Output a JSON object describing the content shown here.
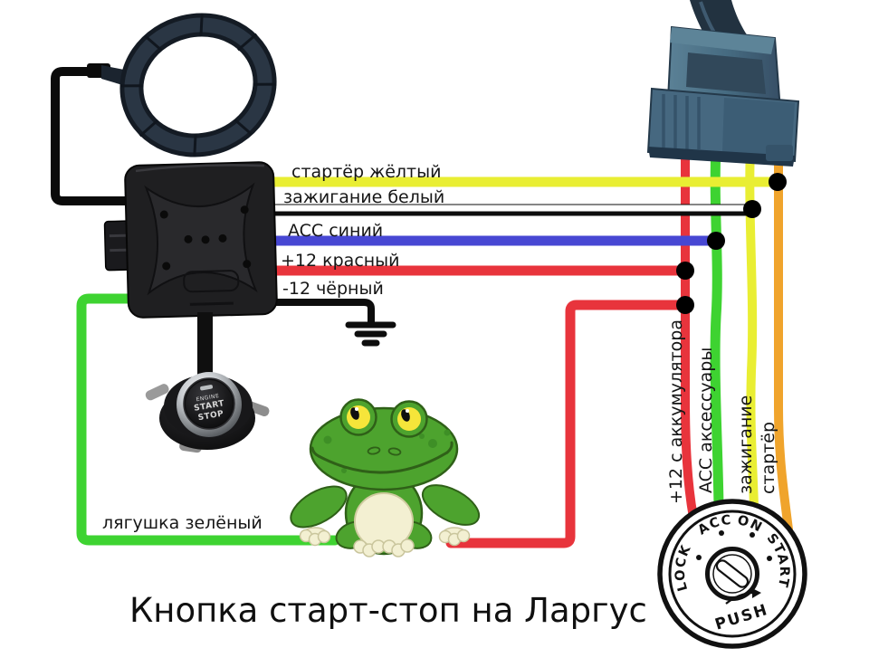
{
  "caption": "Кнопка старт-стоп на Ларгус",
  "module": {
    "wires": [
      {
        "name": "starter",
        "label": "стартёр жёлтый",
        "color": "#e9ee33"
      },
      {
        "name": "ignition",
        "label": "зажигание белый",
        "color": "#ffffff"
      },
      {
        "name": "acc",
        "label": "ACC синий",
        "color": "#4747d3"
      },
      {
        "name": "plus12",
        "label": "+12 красный",
        "color": "#e8343c"
      },
      {
        "name": "minus12",
        "label": "-12 чёрный",
        "color": "#0d0d0d"
      },
      {
        "name": "frog",
        "label": "лягушка зелёный",
        "color": "#3ed331"
      }
    ]
  },
  "ignition_harness": {
    "wires": [
      {
        "name": "battery",
        "label": "+12 с аккумулятора",
        "color": "#e8343c"
      },
      {
        "name": "accessories",
        "label": "ACC аксессуары",
        "color": "#3ed331"
      },
      {
        "name": "ignition",
        "label": "зажигание",
        "color": "#e9ee33"
      },
      {
        "name": "starter",
        "label": "стартёр",
        "color": "#f0a42c"
      }
    ]
  },
  "ignition_lock": {
    "positions": [
      "LOCK",
      "ACC",
      "ON",
      "START"
    ],
    "push": "PUSH"
  },
  "start_button": {
    "line1": "ENGINE",
    "line2": "START",
    "line3": "STOP"
  }
}
